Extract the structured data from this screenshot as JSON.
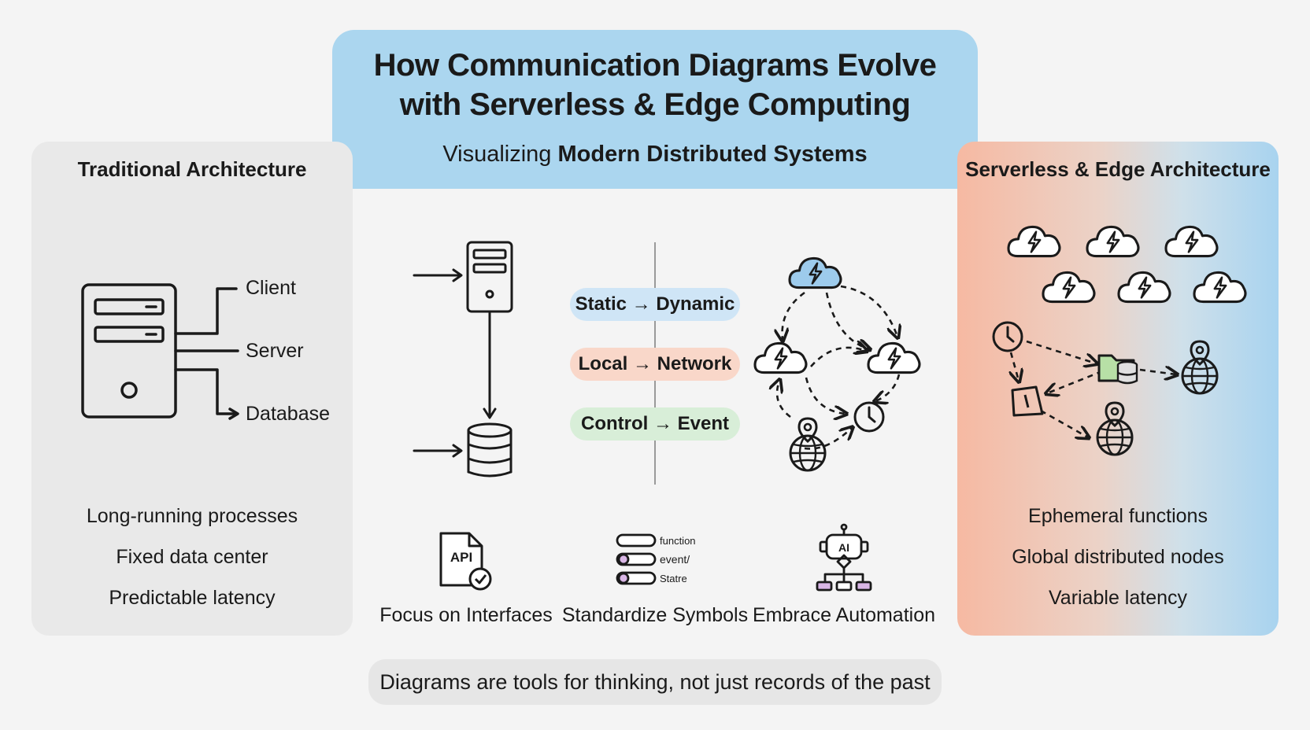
{
  "header": {
    "title_line1": "How Communication Diagrams Evolve",
    "title_line2": "with Serverless & Edge Computing",
    "subtitle_plain": "Visualizing ",
    "subtitle_bold": "Modern Distributed Systems",
    "color": "#abd6ef"
  },
  "traditional": {
    "title": "Traditional Architecture",
    "labels": [
      "Client",
      "Server",
      "Database"
    ],
    "points": [
      "Long-running processes",
      "Fixed data center",
      "Predictable latency"
    ],
    "color": "#e9e9e9"
  },
  "serverless": {
    "title": "Serverless & Edge Architecture",
    "points": [
      "Ephemeral functions",
      "Global distributed nodes",
      "Variable latency"
    ],
    "gradient": [
      "#f6b9a2",
      "#a8d3ef"
    ]
  },
  "shifts": [
    {
      "label": "Static → Dynamic",
      "color": "#cfe5f6"
    },
    {
      "label": "Local → Network",
      "color": "#f9d7c9"
    },
    {
      "label": "Control → Event",
      "color": "#d8eed8"
    }
  ],
  "features": [
    {
      "label": "Focus on Interfaces",
      "icon": "api-document-check-icon",
      "icon_text": "API"
    },
    {
      "label": "Standardize Symbols",
      "icon": "symbol-legend-icon",
      "legend": [
        "function",
        "event/",
        "Statre"
      ]
    },
    {
      "label": "Embrace Automation",
      "icon": "ai-robot-icon",
      "icon_text": "AI"
    }
  ],
  "footer": "Diagrams are tools for thinking, not just records of the past"
}
